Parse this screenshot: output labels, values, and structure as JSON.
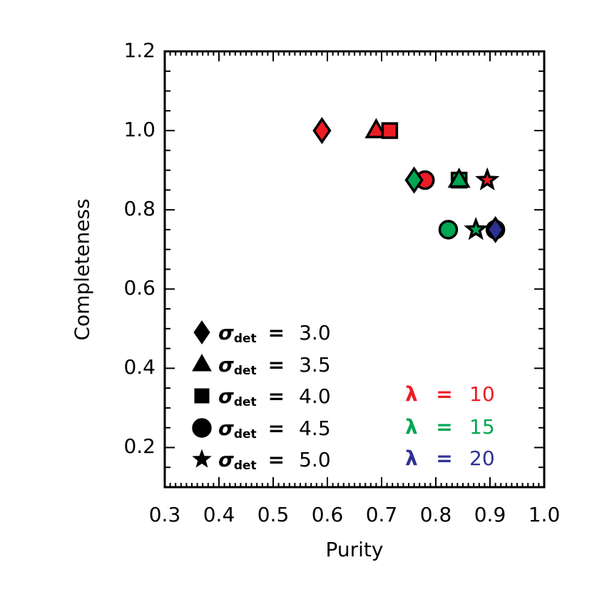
{
  "chart_data": {
    "type": "scatter",
    "title": "",
    "xlabel": "Purity",
    "ylabel": "Completeness",
    "xlim": [
      0.3,
      1.0
    ],
    "ylim": [
      0.1,
      1.2
    ],
    "xticks": [
      "0.3",
      "0.4",
      "0.5",
      "0.6",
      "0.7",
      "0.8",
      "0.9",
      "1.0"
    ],
    "yticks": [
      "0.2",
      "0.4",
      "0.6",
      "0.8",
      "1.0",
      "1.2"
    ],
    "grid": false,
    "legend_position": "lower-left (markers) and lower-right (colors)",
    "marker_legend": [
      {
        "marker": "diamond",
        "label": "σdet = 3.0",
        "sigma_det": 3.0
      },
      {
        "marker": "triangle",
        "label": "σdet = 3.5",
        "sigma_det": 3.5
      },
      {
        "marker": "square",
        "label": "σdet = 4.0",
        "sigma_det": 4.0
      },
      {
        "marker": "circle",
        "label": "σdet = 4.5",
        "sigma_det": 4.5
      },
      {
        "marker": "star",
        "label": "σdet = 5.0",
        "sigma_det": 5.0
      }
    ],
    "color_legend": [
      {
        "label": "λ = 10",
        "lambda": 10,
        "color": "#ed1c24"
      },
      {
        "label": "λ = 15",
        "lambda": 15,
        "color": "#00a651"
      },
      {
        "label": "λ = 20",
        "lambda": 20,
        "color": "#2e3192"
      }
    ],
    "series": [
      {
        "name": "λ = 10",
        "color": "#ed1c24",
        "points": [
          {
            "marker": "diamond",
            "x": 0.59,
            "y": 1.0
          },
          {
            "marker": "triangle",
            "x": 0.69,
            "y": 1.0
          },
          {
            "marker": "square",
            "x": 0.715,
            "y": 1.0
          },
          {
            "marker": "circle",
            "x": 0.78,
            "y": 0.875
          },
          {
            "marker": "star",
            "x": 0.895,
            "y": 0.875
          }
        ]
      },
      {
        "name": "λ = 15",
        "color": "#00a651",
        "points": [
          {
            "marker": "diamond",
            "x": 0.76,
            "y": 0.875
          },
          {
            "marker": "square",
            "x": 0.843,
            "y": 0.875
          },
          {
            "marker": "triangle",
            "x": 0.843,
            "y": 0.875
          },
          {
            "marker": "circle",
            "x": 0.823,
            "y": 0.75
          },
          {
            "marker": "star",
            "x": 0.874,
            "y": 0.75
          }
        ]
      },
      {
        "name": "λ = 20",
        "color": "#2e3192",
        "points": [
          {
            "marker": "circle",
            "x": 0.91,
            "y": 0.75
          },
          {
            "marker": "diamond",
            "x": 0.91,
            "y": 0.75
          }
        ]
      }
    ]
  },
  "labels": {
    "xlabel": "Purity",
    "ylabel": "Completeness",
    "sigma": "σ",
    "det": "det",
    "eq": "=",
    "lambda": "λ",
    "sigma_values": [
      "3.0",
      "3.5",
      "4.0",
      "4.5",
      "5.0"
    ],
    "lambda_values": [
      "10",
      "15",
      "20"
    ],
    "xticks": [
      "0.3",
      "0.4",
      "0.5",
      "0.6",
      "0.7",
      "0.8",
      "0.9",
      "1.0"
    ],
    "yticks": [
      "0.2",
      "0.4",
      "0.6",
      "0.8",
      "1.0",
      "1.2"
    ]
  },
  "colors": {
    "red": "#ed1c24",
    "green": "#00a651",
    "blue": "#2e3192"
  }
}
